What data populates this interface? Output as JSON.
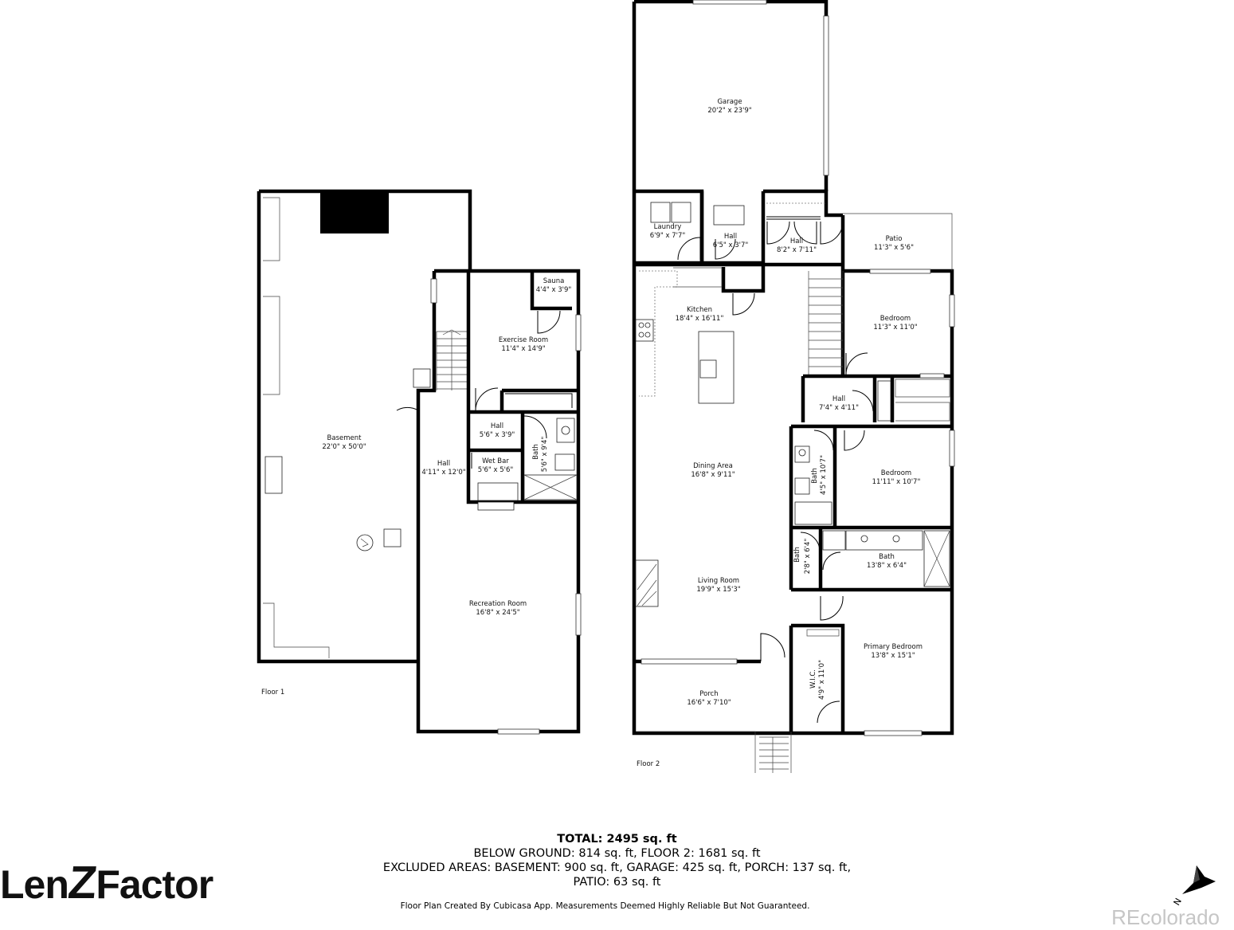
{
  "floors": {
    "floor1": {
      "label": "Floor 1",
      "rooms": [
        {
          "id": "basement",
          "name": "Basement",
          "dims": "22'0\" x 50'0\""
        },
        {
          "id": "sauna",
          "name": "Sauna",
          "dims": "4'4\" x 3'9\""
        },
        {
          "id": "exercise",
          "name": "Exercise Room",
          "dims": "11'4\" x 14'9\""
        },
        {
          "id": "hall-a",
          "name": "Hall",
          "dims": "5'6\" x 3'9\""
        },
        {
          "id": "hall-b",
          "name": "Hall",
          "dims": "4'11\" x 12'0\""
        },
        {
          "id": "wetbar",
          "name": "Wet Bar",
          "dims": "5'6\" x 5'6\""
        },
        {
          "id": "bath1",
          "name": "Bath",
          "dims": "5'6\" x 9'4\""
        },
        {
          "id": "recreation",
          "name": "Recreation Room",
          "dims": "16'8\" x 24'5\""
        }
      ]
    },
    "floor2": {
      "label": "Floor 2",
      "rooms": [
        {
          "id": "garage",
          "name": "Garage",
          "dims": "20'2\" x 23'9\""
        },
        {
          "id": "laundry",
          "name": "Laundry",
          "dims": "6'9\" x 7'7\""
        },
        {
          "id": "hall-c",
          "name": "Hall",
          "dims": "6'5\" x 3'7\""
        },
        {
          "id": "hall-d",
          "name": "Hall",
          "dims": "8'2\" x 7'11\""
        },
        {
          "id": "patio",
          "name": "Patio",
          "dims": "11'3\" x 5'6\""
        },
        {
          "id": "kitchen",
          "name": "Kitchen",
          "dims": "18'4\" x 16'11\""
        },
        {
          "id": "bedroom1",
          "name": "Bedroom",
          "dims": "11'3\" x 11'0\""
        },
        {
          "id": "hall-e",
          "name": "Hall",
          "dims": "7'4\" x 4'11\""
        },
        {
          "id": "dining",
          "name": "Dining Area",
          "dims": "16'8\" x 9'11\""
        },
        {
          "id": "bath2",
          "name": "Bath",
          "dims": "4'5\" x 10'7\""
        },
        {
          "id": "bedroom2",
          "name": "Bedroom",
          "dims": "11'11\" x 10'7\""
        },
        {
          "id": "bath3",
          "name": "Bath",
          "dims": "2'8\" x 6'4\""
        },
        {
          "id": "bath4",
          "name": "Bath",
          "dims": "13'8\" x 6'4\""
        },
        {
          "id": "living",
          "name": "Living Room",
          "dims": "19'9\" x 15'3\""
        },
        {
          "id": "wic",
          "name": "W.I.C.",
          "dims": "4'9\" x 11'0\""
        },
        {
          "id": "primary",
          "name": "Primary Bedroom",
          "dims": "13'8\" x 15'1\""
        },
        {
          "id": "porch",
          "name": "Porch",
          "dims": "16'6\" x 7'10\""
        }
      ]
    }
  },
  "summary": {
    "total": "TOTAL: 2495 sq. ft",
    "line2": "BELOW GROUND: 814 sq. ft, FLOOR 2: 1681 sq. ft",
    "line3": "EXCLUDED AREAS: BASEMENT: 900 sq. ft, GARAGE: 425 sq. ft, PORCH: 137 sq. ft,",
    "line4": "PATIO: 63 sq. ft"
  },
  "credit": "Floor Plan Created By Cubicasa App. Measurements Deemed Highly Reliable But Not Guaranteed.",
  "logo": {
    "part1": "Len",
    "part2": "Z",
    "part3": "Factor"
  },
  "watermark": "REcolorado",
  "compass": {
    "label": "N",
    "icon": "north-arrow-icon"
  }
}
